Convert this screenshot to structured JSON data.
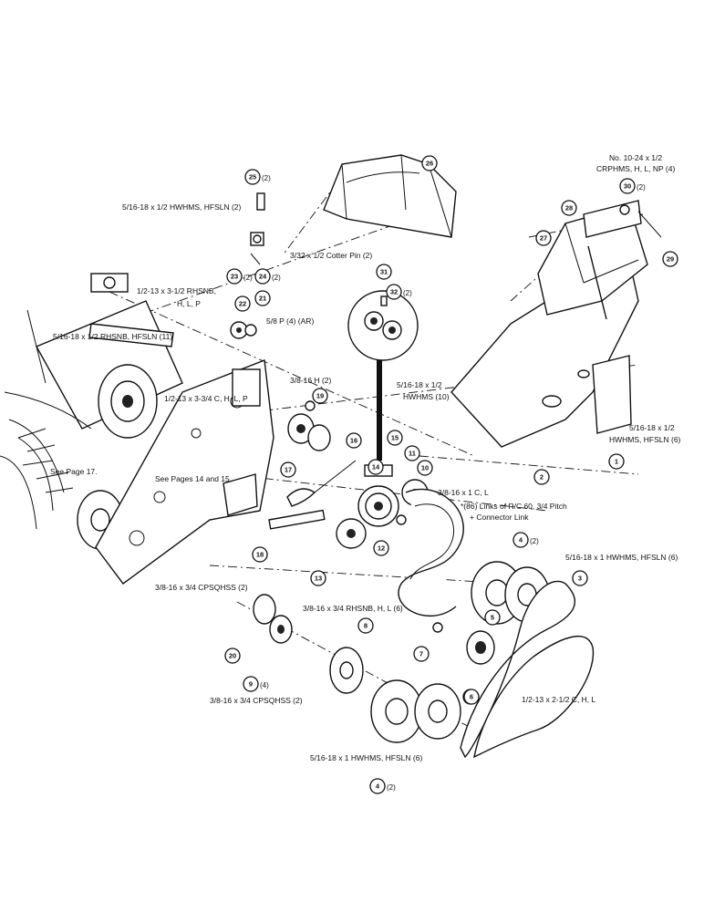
{
  "callouts": [
    {
      "n": "1",
      "qty": ""
    },
    {
      "n": "2",
      "qty": ""
    },
    {
      "n": "3",
      "qty": ""
    },
    {
      "n": "4",
      "qty": "(2)"
    },
    {
      "n": "5",
      "qty": ""
    },
    {
      "n": "6",
      "qty": ""
    },
    {
      "n": "7",
      "qty": ""
    },
    {
      "n": "8",
      "qty": ""
    },
    {
      "n": "9",
      "qty": "(4)"
    },
    {
      "n": "10",
      "qty": ""
    },
    {
      "n": "11",
      "qty": ""
    },
    {
      "n": "12",
      "qty": ""
    },
    {
      "n": "13",
      "qty": ""
    },
    {
      "n": "14",
      "qty": ""
    },
    {
      "n": "15",
      "qty": ""
    },
    {
      "n": "16",
      "qty": ""
    },
    {
      "n": "17",
      "qty": ""
    },
    {
      "n": "18",
      "qty": ""
    },
    {
      "n": "19",
      "qty": ""
    },
    {
      "n": "20",
      "qty": ""
    },
    {
      "n": "21",
      "qty": ""
    },
    {
      "n": "22",
      "qty": ""
    },
    {
      "n": "23",
      "qty": "(2)"
    },
    {
      "n": "24",
      "qty": "(2)"
    },
    {
      "n": "25",
      "qty": "(2)"
    },
    {
      "n": "26",
      "qty": ""
    },
    {
      "n": "27",
      "qty": ""
    },
    {
      "n": "28",
      "qty": ""
    },
    {
      "n": "29",
      "qty": ""
    },
    {
      "n": "30",
      "qty": "(2)"
    },
    {
      "n": "31",
      "qty": ""
    },
    {
      "n": "32",
      "qty": "(2)"
    },
    {
      "n": "4",
      "qty": "(2)"
    },
    {
      "n": "6",
      "qty": ""
    }
  ],
  "labels": {
    "hw_top_left": "5/16-18 x 1/2 HWHMS, HFSLN (2)",
    "cotter_pin": "3/32 x 1/2 Cotter Pin (2)",
    "rhsnb_1": "1/2-13 x 3-1/2 RHSNB,",
    "rhsnb_1b": "H, L, P",
    "rhsnb_11": "5/16-18 x 1/2 RHSNB, HFSLN (11)",
    "p58": "5/8 P (4) (AR)",
    "c3_4a": "1/2-13 x 3-3/4 C, H, L, P",
    "h38": "3/8-16 H (2)",
    "see17": "See Page 17.",
    "see14": "See Pages 14 and 15.",
    "hwhms10a": "5/16-18 x 1/2",
    "hwhms10b": "HWHMS (10)",
    "c1": "3/8-16 x 1 C, L",
    "links1": "*(86) Links of R/C 60, 3/4 Pitch",
    "links2": "+ Connector Link",
    "hw6a": "5/16-18 x 1/2",
    "hw6b": "HWHMS, HFSLN (6)",
    "screw10a": "No. 10-24 x 1/2",
    "screw10b": "CRPHMS, H, L, NP (4)",
    "cps1": "3/8-16 x 3/4 CPSQHSS (2)",
    "rhsnb6": "3/8-16 x 3/4 RHSNB, H, L (6)",
    "hwhms1a": "5/16-18 x 1 HWHMS, HFSLN (6)",
    "c212": "1/2-13 x 2-1/2 C, H, L",
    "cps2": "3/8-16 x 3/4 CPSQHSS (2)",
    "hwhms1b": "5/16-18 x 1 HWHMS, HFSLN (6)"
  }
}
